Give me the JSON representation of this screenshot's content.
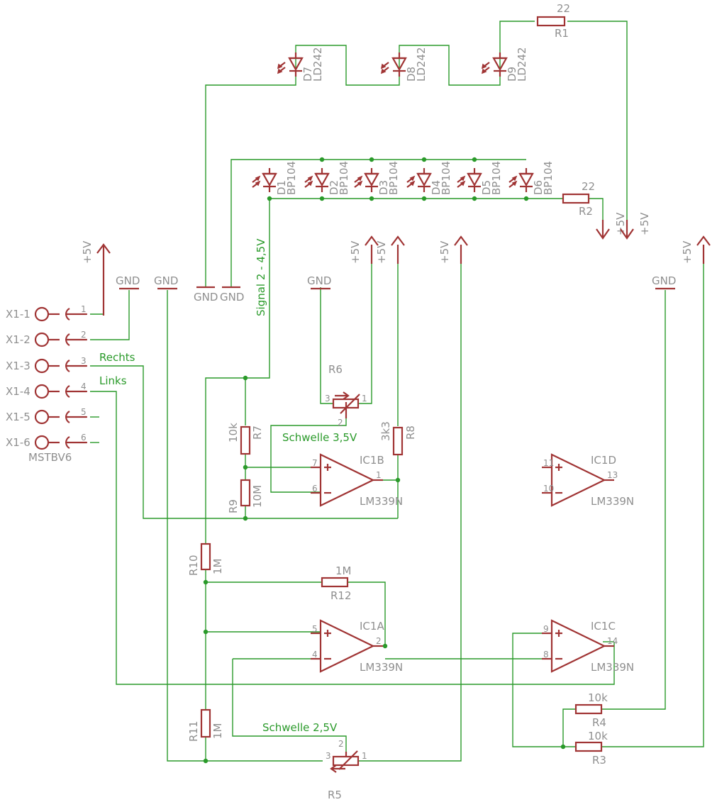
{
  "schematic": {
    "connector": {
      "name": "MSTBV6",
      "pins": [
        {
          "label": "X1-1",
          "num": "1"
        },
        {
          "label": "X1-2",
          "num": "2"
        },
        {
          "label": "X1-3",
          "num": "3"
        },
        {
          "label": "X1-4",
          "num": "4"
        },
        {
          "label": "X1-5",
          "num": "5"
        },
        {
          "label": "X1-6",
          "num": "6"
        }
      ]
    },
    "nets": {
      "rechts": "Rechts",
      "links": "Links",
      "signal": "Signal 2 - 4,5V",
      "schwelle_35": "Schwelle 3,5V",
      "schwelle_25": "Schwelle 2,5V"
    },
    "supply": {
      "vcc": "+5V",
      "gnd": "GND"
    },
    "leds": [
      {
        "name": "D7",
        "value": "LD242"
      },
      {
        "name": "D8",
        "value": "LD242"
      },
      {
        "name": "D9",
        "value": "LD242"
      }
    ],
    "photodiodes": [
      {
        "name": "D1",
        "value": "BP104"
      },
      {
        "name": "D2",
        "value": "BP104"
      },
      {
        "name": "D3",
        "value": "BP104"
      },
      {
        "name": "D4",
        "value": "BP104"
      },
      {
        "name": "D5",
        "value": "BP104"
      },
      {
        "name": "D6",
        "value": "BP104"
      }
    ],
    "resistors": {
      "R1": {
        "name": "R1",
        "value": "22"
      },
      "R2": {
        "name": "R2",
        "value": "22"
      },
      "R3": {
        "name": "R3",
        "value": "10k"
      },
      "R4": {
        "name": "R4",
        "value": "10k"
      },
      "R7": {
        "name": "R7",
        "value": "10k"
      },
      "R8": {
        "name": "R8",
        "value": "3k3"
      },
      "R9": {
        "name": "R9",
        "value": "10M"
      },
      "R10": {
        "name": "R10",
        "value": "1M"
      },
      "R11": {
        "name": "R11",
        "value": "1M"
      },
      "R12": {
        "name": "R12",
        "value": "1M"
      }
    },
    "pots": {
      "R5": {
        "name": "R5",
        "p1": "1",
        "p2": "2",
        "p3": "3"
      },
      "R6": {
        "name": "R6",
        "p1": "1",
        "p2": "2",
        "p3": "3"
      }
    },
    "opamps": {
      "IC1A": {
        "name": "IC1A",
        "value": "LM339N",
        "plus": "5",
        "minus": "4",
        "out": "2"
      },
      "IC1B": {
        "name": "IC1B",
        "value": "LM339N",
        "plus": "7",
        "minus": "6",
        "out": "1"
      },
      "IC1C": {
        "name": "IC1C",
        "value": "LM339N",
        "plus": "9",
        "minus": "8",
        "out": "14"
      },
      "IC1D": {
        "name": "IC1D",
        "value": "LM339N",
        "plus": "11",
        "minus": "10",
        "out": "13"
      }
    }
  }
}
